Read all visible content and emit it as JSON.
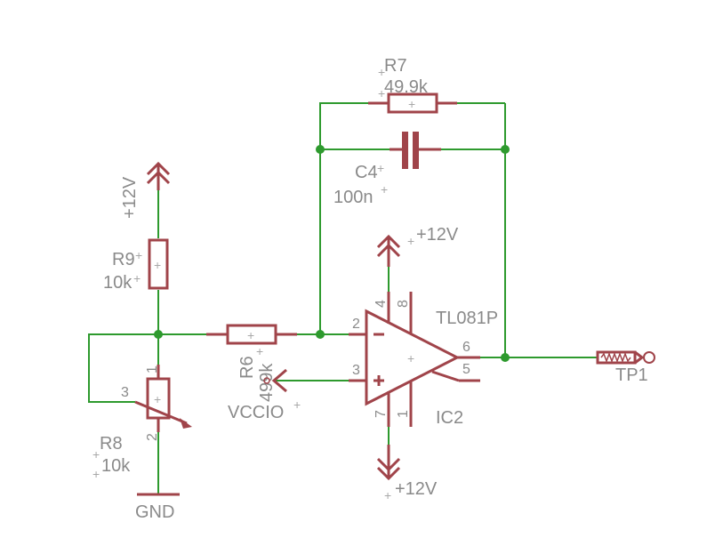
{
  "components": {
    "r7": {
      "name": "R7",
      "value": "49.9k"
    },
    "c4": {
      "name": "C4",
      "value": "100n"
    },
    "r9": {
      "name": "R9",
      "value": "10k"
    },
    "r6": {
      "name": "R6",
      "value": "499k"
    },
    "r8": {
      "name": "R8",
      "value": "10k"
    },
    "ic2": {
      "name": "IC2",
      "value": "TL081P"
    },
    "tp1": {
      "name": "TP1"
    }
  },
  "supplies": {
    "vcc_top_left": "+12V",
    "vcc_opamp_top": "+12V",
    "vee_opamp_bottom": "+12V",
    "vccio": "VCCIO",
    "gnd": "GND"
  },
  "pins": {
    "opamp_inverting": "2",
    "opamp_noninverting": "3",
    "opamp_output": "6",
    "opamp_pin5": "5",
    "opamp_vplus": "4",
    "opamp_vplus_alt": "8",
    "opamp_vminus": "7",
    "opamp_pin1": "1",
    "r8_pin1": "1",
    "r8_pin2": "2",
    "r8_wiper": "3"
  },
  "symbols": {
    "plus": "+"
  },
  "colors": {
    "wire": "#2e9a2e",
    "part": "#a0444a",
    "text": "#8a8a8a"
  }
}
